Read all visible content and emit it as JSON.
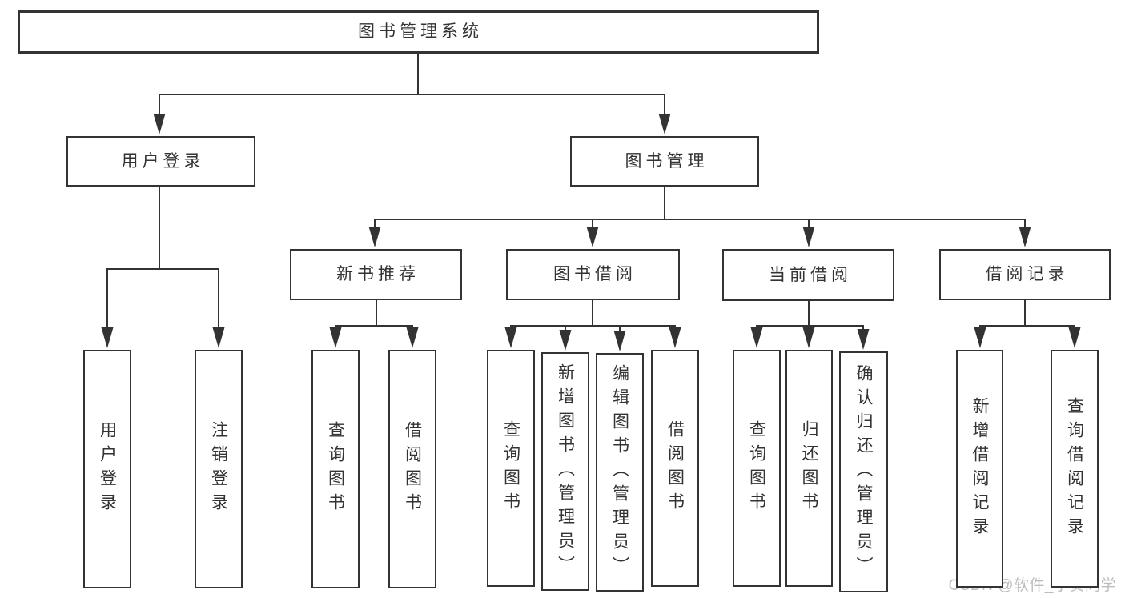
{
  "diagram": {
    "title": "图书管理系统",
    "nodes": [
      {
        "id": "system",
        "label": "图书管理系统",
        "parent": null,
        "orientation": "horizontal"
      },
      {
        "id": "user-login",
        "label": "用户登录",
        "parent": "system",
        "orientation": "horizontal"
      },
      {
        "id": "book-mgmt",
        "label": "图书管理",
        "parent": "system",
        "orientation": "horizontal"
      },
      {
        "id": "new-book-rec",
        "label": "新书推荐",
        "parent": "book-mgmt",
        "orientation": "horizontal"
      },
      {
        "id": "book-borrow",
        "label": "图书借阅",
        "parent": "book-mgmt",
        "orientation": "horizontal"
      },
      {
        "id": "current-borrow",
        "label": "当前借阅",
        "parent": "book-mgmt",
        "orientation": "horizontal"
      },
      {
        "id": "borrow-records",
        "label": "借阅记录",
        "parent": "book-mgmt",
        "orientation": "horizontal"
      },
      {
        "id": "leaf-user-login",
        "label": "用户登录",
        "parent": "user-login",
        "orientation": "vertical"
      },
      {
        "id": "leaf-logout",
        "label": "注销登录",
        "parent": "user-login",
        "orientation": "vertical"
      },
      {
        "id": "leaf-query-book-1",
        "label": "查询图书",
        "parent": "new-book-rec",
        "orientation": "vertical"
      },
      {
        "id": "leaf-borrow-book-1",
        "label": "借阅图书",
        "parent": "new-book-rec",
        "orientation": "vertical"
      },
      {
        "id": "leaf-query-book-2",
        "label": "查询图书",
        "parent": "book-borrow",
        "orientation": "vertical"
      },
      {
        "id": "leaf-add-book",
        "label": "新增图书（管理员）",
        "parent": "book-borrow",
        "orientation": "vertical"
      },
      {
        "id": "leaf-edit-book",
        "label": "编辑图书（管理员）",
        "parent": "book-borrow",
        "orientation": "vertical"
      },
      {
        "id": "leaf-borrow-book-2",
        "label": "借阅图书",
        "parent": "book-borrow",
        "orientation": "vertical"
      },
      {
        "id": "leaf-query-book-3",
        "label": "查询图书",
        "parent": "current-borrow",
        "orientation": "vertical"
      },
      {
        "id": "leaf-return-book",
        "label": "归还图书",
        "parent": "current-borrow",
        "orientation": "vertical"
      },
      {
        "id": "leaf-confirm-return",
        "label": "确认归还（管理员）",
        "parent": "current-borrow",
        "orientation": "vertical"
      },
      {
        "id": "leaf-add-borrow-record",
        "label": "新增借阅记录",
        "parent": "borrow-records",
        "orientation": "vertical"
      },
      {
        "id": "leaf-query-borrow-record",
        "label": "查询借阅记录",
        "parent": "borrow-records",
        "orientation": "vertical"
      }
    ]
  },
  "watermark": {
    "text": "CSDN @软件_小贺同学"
  },
  "colors": {
    "line": "#333333",
    "text": "#333333",
    "background": "#ffffff",
    "watermark": "#a8a8a8"
  }
}
